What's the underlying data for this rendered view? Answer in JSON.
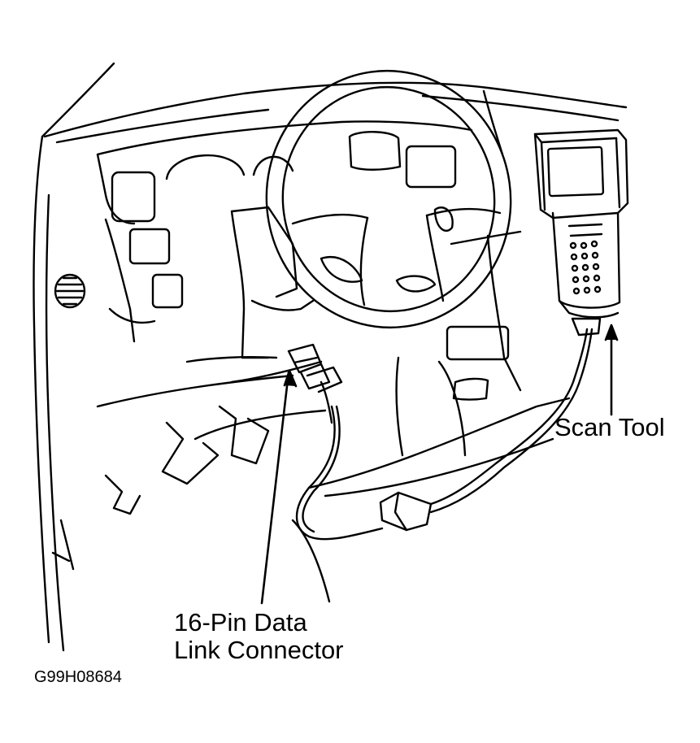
{
  "labels": {
    "scan_tool": "Scan Tool",
    "connector_line1": "16-Pin Data",
    "connector_line2": "Link Connector"
  },
  "figure_id": "G99H08684",
  "colors": {
    "line": "#000000",
    "background": "#ffffff"
  }
}
